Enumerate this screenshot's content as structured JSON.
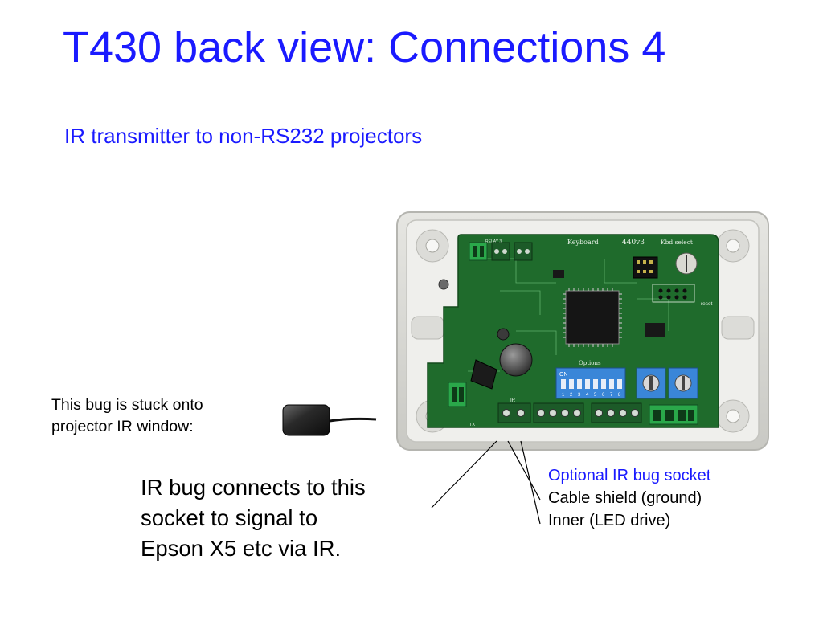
{
  "slide": {
    "title": "T430 back view: Connections 4",
    "subtitle": "IR transmitter to non-RS232 projectors"
  },
  "bug_note": {
    "line1": "This bug is stuck onto",
    "line2": "projector IR window:"
  },
  "main_note": {
    "line1": "IR bug connects to this",
    "line2": "socket to signal to",
    "line3": "Epson X5 etc via IR."
  },
  "legend": {
    "socket": "Optional IR bug socket",
    "shield": "Cable shield (ground)",
    "inner": "Inner (LED drive)"
  },
  "board": {
    "keyboard": "Keyboard",
    "version": "440v3",
    "kbd_select": "Kbd select",
    "options": "Options",
    "reset": "reset",
    "relay": "RELAY 3",
    "ir": "IR",
    "tx": "TX",
    "dip_numbers": [
      "1",
      "2",
      "3",
      "4",
      "5",
      "6",
      "7",
      "8"
    ],
    "on": "ON"
  },
  "colors": {
    "title": "#1a1aff",
    "pcb": "#1f6b2c",
    "case": "#d8d8d4",
    "dip": "#3a86d8",
    "terminal": "#2aa84a"
  }
}
